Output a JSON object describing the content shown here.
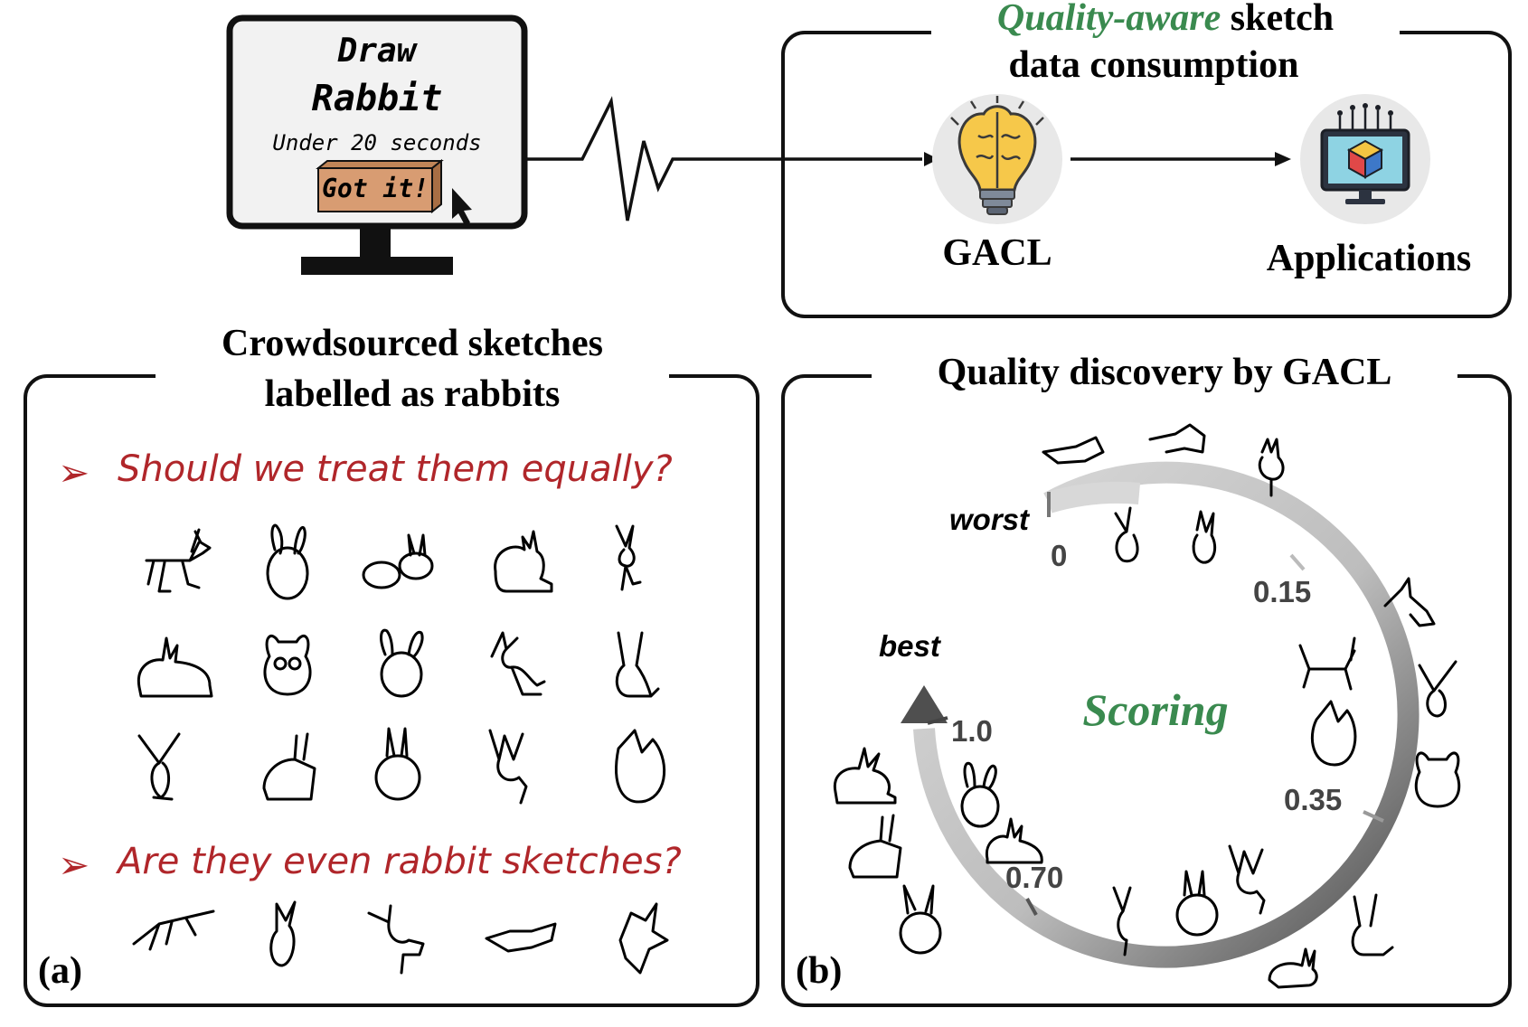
{
  "monitor": {
    "line1": "Draw",
    "line2": "Rabbit",
    "line3": "Under 20 seconds",
    "button": "Got it!"
  },
  "consumption": {
    "title_em": "Quality-aware",
    "title_rest": " sketch",
    "title_line2": "data consumption",
    "node1": "GACL",
    "node2": "Applications"
  },
  "panel_a": {
    "title_line1": "Crowdsourced sketches",
    "title_line2": "labelled as rabbits",
    "question1": "Should we treat them equally?",
    "question2": "Are they even rabbit sketches?",
    "tag": "(a)"
  },
  "panel_b": {
    "title": "Quality discovery by GACL",
    "center": "Scoring",
    "worst": "worst",
    "best": "best",
    "ticks": [
      "0",
      "0.15",
      "0.35",
      "0.70",
      "1.0"
    ],
    "tag": "(b)"
  },
  "colors": {
    "accent_green": "#3a8a4f",
    "question_red": "#b0262a",
    "button_fill": "#d89c72",
    "icon_bg": "#e8e8e8"
  }
}
